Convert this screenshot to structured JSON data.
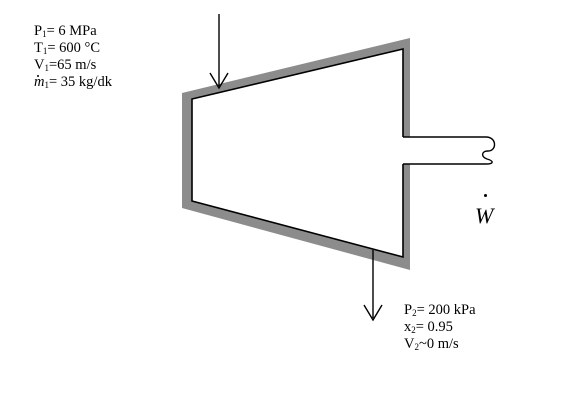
{
  "inlet": {
    "pressure": {
      "sym": "P",
      "sub": "1",
      "val": "= 6 MPa"
    },
    "temperature": {
      "sym": "T",
      "sub": "1",
      "val": "= 600 °C"
    },
    "velocity": {
      "sym": "V",
      "sub": "1",
      "val": "=65 m/s"
    },
    "mass_flow": {
      "sym": "m",
      "sub": "1",
      "val": "= 35 kg/dk"
    }
  },
  "outlet": {
    "pressure": {
      "sym": "P",
      "sub": "2",
      "val": "= 200 kPa"
    },
    "quality": {
      "sym": "x",
      "sub": "2",
      "val": "= 0.95"
    },
    "velocity": {
      "sym": "V",
      "sub": "2",
      "val": "~0 m/s"
    }
  },
  "work_symbol": "W",
  "colors": {
    "casing": "#8c8c8c",
    "line": "#000000"
  }
}
